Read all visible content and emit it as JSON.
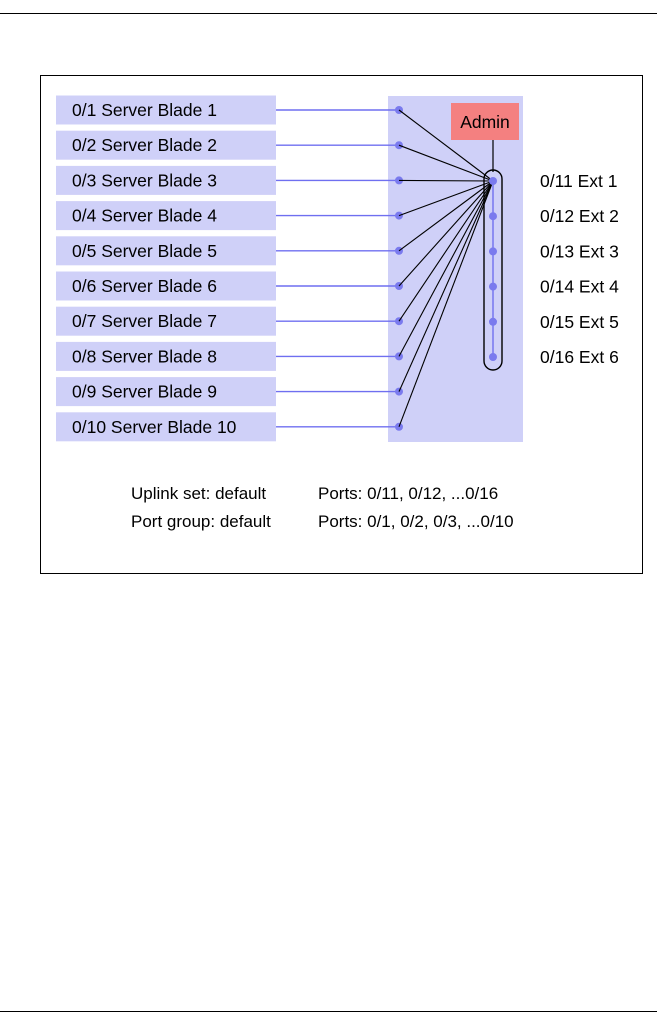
{
  "blades": [
    "0/1 Server Blade 1",
    "0/2 Server Blade 2",
    "0/3 Server Blade 3",
    "0/4 Server Blade 4",
    "0/5 Server Blade 5",
    "0/6 Server Blade 6",
    "0/7 Server Blade 7",
    "0/8 Server Blade 8",
    "0/9 Server Blade 9",
    "0/10 Server Blade 10"
  ],
  "uplinks": [
    "0/11 Ext 1",
    "0/12 Ext 2",
    "0/13 Ext 3",
    "0/14 Ext 4",
    "0/15 Ext 5",
    "0/16 Ext 6"
  ],
  "admin_label": "Admin",
  "legend": {
    "uplink_set_label": "Uplink set: default",
    "uplink_set_ports": "Ports: 0/11, 0/12, ...0/16",
    "port_group_label": "Port group: default",
    "port_group_ports": "Ports: 0/1, 0/2, 0/3, ...0/10"
  },
  "colors": {
    "blade_fill": "#cfd0f8",
    "switch_fill": "#cfd0f8",
    "admin_fill": "#f48080",
    "link_line": "#6f6ff0",
    "port_dot": "#7a7aee"
  }
}
